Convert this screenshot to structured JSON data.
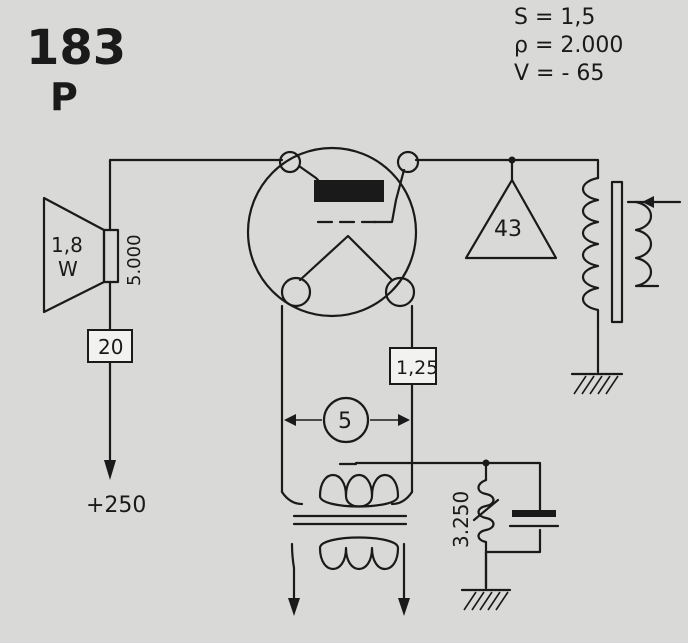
{
  "header": {
    "tube_number": "183",
    "tube_suffix": "P",
    "params": {
      "s": "S = 1,5",
      "rho": "ρ = 2.000",
      "v": "V = - 65"
    }
  },
  "speaker": {
    "power": "1,8",
    "unit": "W",
    "impedance": "5.000"
  },
  "labels": {
    "anode_resistor": "20",
    "supply": "+250",
    "triangle_ref": "43",
    "filament_resistor": "1,25",
    "heater_current": "5",
    "cathode_resistor": "3.250"
  },
  "colors": {
    "ink": "#1a1a1a",
    "paper": "#d9d9d7"
  }
}
